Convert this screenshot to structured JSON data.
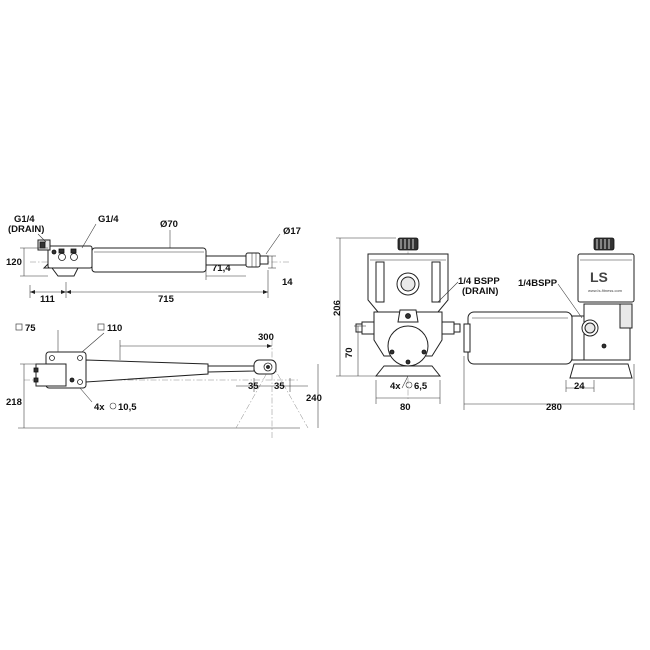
{
  "labels": {
    "g14_drain_top": "G1/4",
    "g14_drain_bottom": "(DRAIN)",
    "g14": "G1/4",
    "dia70": "Ø70",
    "dia17": "Ø17",
    "h120": "120",
    "d71_4": "71,4",
    "d14": "14",
    "d111": "111",
    "d715": "715",
    "sq75": "75",
    "sq110": "110",
    "d300": "300",
    "d218": "218",
    "d35a": "35",
    "d35b": "35",
    "d240": "240",
    "holes_left": "4x",
    "holes_left_val": "10,5",
    "bspp_drain_top": "1/4 BSPP",
    "bspp_drain_bottom": "(DRAIN)",
    "bspp_side": "1/4BSPP",
    "d206": "206",
    "d70": "70",
    "holes_right": "4x",
    "holes_right_val": "6,5",
    "d80": "80",
    "d24": "24",
    "d280": "280",
    "logo": "LS",
    "logo_sub": "www.ls-fitness.com"
  }
}
